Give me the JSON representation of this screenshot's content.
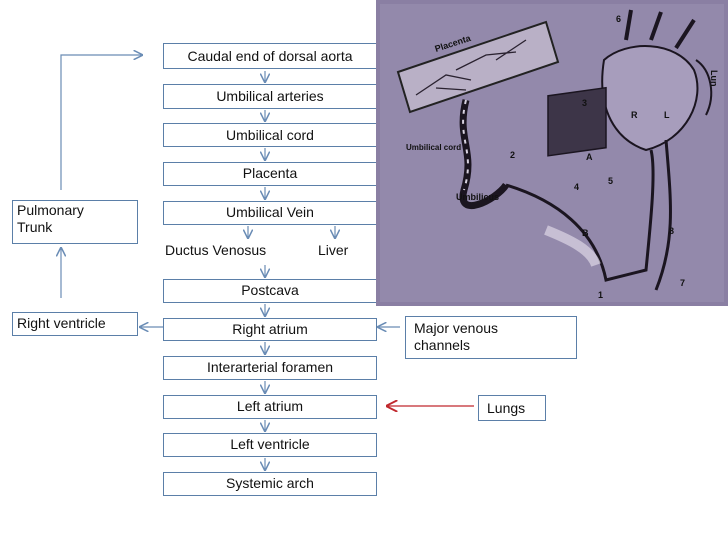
{
  "flow": {
    "caudal_aorta": "Caudal end of dorsal aorta",
    "umbilical_arteries": "Umbilical arteries",
    "umbilical_cord": "Umbilical cord",
    "placenta": "Placenta",
    "umbilical_vein": "Umbilical Vein",
    "ductus_venosus": "Ductus Venosus",
    "liver": "Liver",
    "postcava": "Postcava",
    "right_atrium": "Right atrium",
    "interarterial_foramen": "Interarterial foramen",
    "left_atrium": "Left atrium",
    "left_ventricle": "Left ventricle",
    "systemic_arch": "Systemic arch"
  },
  "side": {
    "pulmonary_trunk": "Pulmonary Trunk",
    "right_ventricle": "Right ventricle",
    "major_venous_channels": "Major venous channels",
    "lungs": "Lungs"
  },
  "illustration": {
    "labels": {
      "placenta": "Placenta",
      "umbilical_cord": "Umbilical cord",
      "umbilicus": "Umbilicus",
      "lung": "Lun",
      "r": "R",
      "l": "L",
      "a": "A",
      "b": "B",
      "n1": "1",
      "n2": "2",
      "n3": "3",
      "n4": "4",
      "n5": "5",
      "n6": "6",
      "n7": "7",
      "n8": "8"
    }
  },
  "colors": {
    "box_border": "#5b7fa8",
    "arrow": "#6a8cb5",
    "lungs_arrow": "#c0282d",
    "photo_bg": "#8a7fa3"
  }
}
